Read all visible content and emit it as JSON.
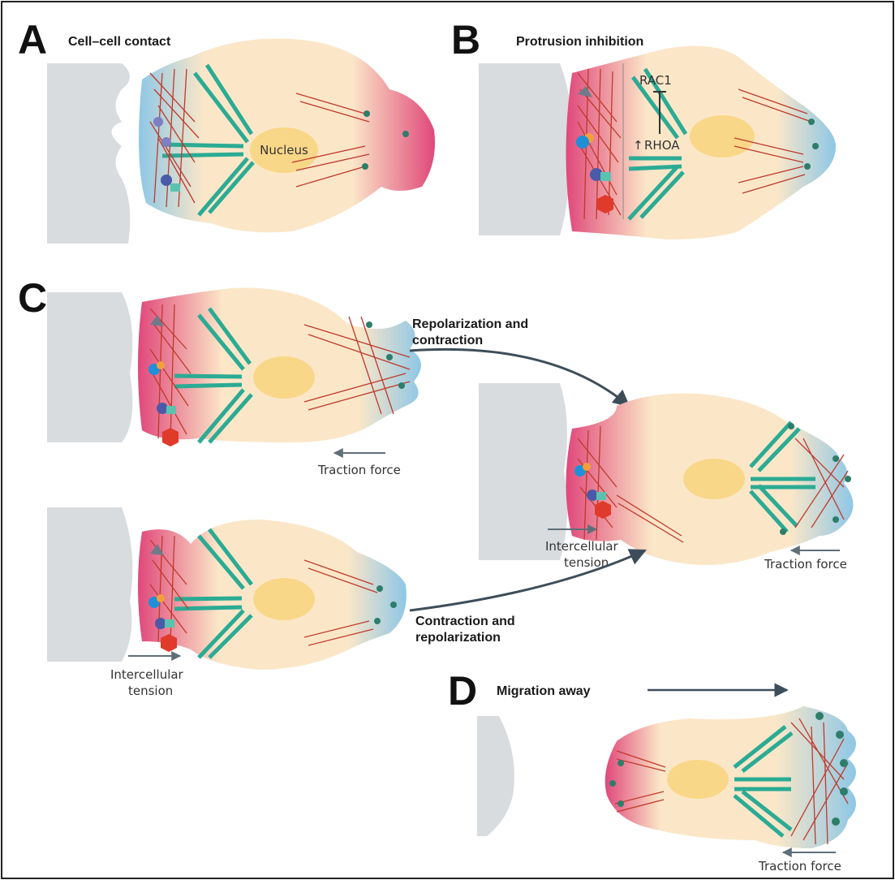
{
  "colors": {
    "neighbor_cell": "#d8dcdf",
    "cytoplasm": "#fbe7c8",
    "nucleus": "#f9d788",
    "cortex_pink": "#e0487a",
    "protrusion_blue": "#8ec7e6",
    "actin": "#c0392b",
    "microtubule": "#2bab94",
    "arrow": "#3d4e5a",
    "frame": "#222222"
  },
  "panels": {
    "a": {
      "letter": "A",
      "title": "Cell–cell contact",
      "nucleus_label": "Nucleus"
    },
    "b": {
      "letter": "B",
      "title": "Protrusion inhibition",
      "rac1_label": "RAC1",
      "rhoa_label": "RHOA"
    },
    "c": {
      "letter": "C",
      "repolarization_label_1": "Repolarization and",
      "repolarization_label_2": "contraction",
      "contraction_label_1": "Contraction and",
      "contraction_label_2": "repolarization",
      "traction_force_top": "Traction force",
      "traction_force_right": "Traction force",
      "intercellular_tension_right_1": "Intercellular",
      "intercellular_tension_right_2": "tension",
      "intercellular_tension_bottom_1": "Intercellular",
      "intercellular_tension_bottom_2": "tension"
    },
    "d": {
      "letter": "D",
      "title": "Migration away",
      "traction_force": "Traction force"
    }
  }
}
